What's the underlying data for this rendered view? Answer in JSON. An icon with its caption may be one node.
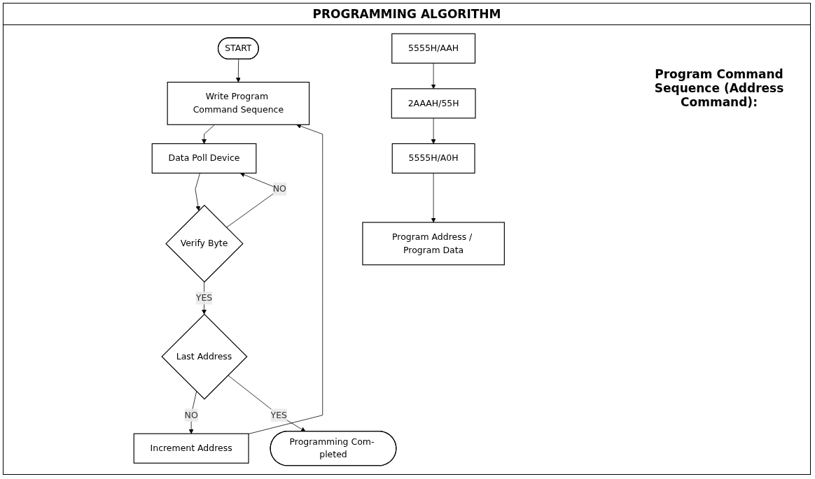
{
  "diagram": {
    "title": "PROGRAMMING ALGORITHM",
    "nodes": [
      {
        "text": [
          "START"
        ]
      },
      {
        "text": [
          "Write Program Command Sequence"
        ]
      },
      {
        "text": [
          "Data Poll Device"
        ]
      },
      {
        "text": [
          "Verify Byte"
        ]
      },
      {
        "text": [
          "Last Address"
        ]
      },
      {
        "text": [
          "Increment Address"
        ]
      },
      {
        "text": [
          "Programming Com- pleted"
        ]
      },
      {
        "text": [
          "5555H/AAH"
        ]
      },
      {
        "text": [
          "2AAAH/55H"
        ]
      },
      {
        "text": [
          "5555H/A0H"
        ]
      },
      {
        "text": [
          "Program Address / Program Data"
        ]
      }
    ],
    "edges": [
      {
        "from": 0,
        "to": 1,
        "arrow": "to"
      },
      {
        "from": 1,
        "to": 2,
        "arrow": "to"
      },
      {
        "from": 2,
        "to": 3,
        "arrow": "to"
      },
      {
        "from": 3,
        "to": 2,
        "arrow": "to",
        "label": "NO"
      },
      {
        "from": 3,
        "to": 4,
        "arrow": "to",
        "label": "YES"
      },
      {
        "from": 4,
        "to": 5,
        "arrow": "to",
        "label": "NO"
      },
      {
        "from": 5,
        "to": 1,
        "arrow": "to"
      },
      {
        "from": 4,
        "to": 6,
        "arrow": "to",
        "label": "YES"
      },
      {
        "from": 7,
        "to": 8,
        "arrow": "to"
      },
      {
        "from": 8,
        "to": 9,
        "arrow": "to"
      },
      {
        "from": 9,
        "to": 10,
        "arrow": "to"
      }
    ],
    "labels": [
      "Program Command Sequence (Address Command):"
    ]
  }
}
